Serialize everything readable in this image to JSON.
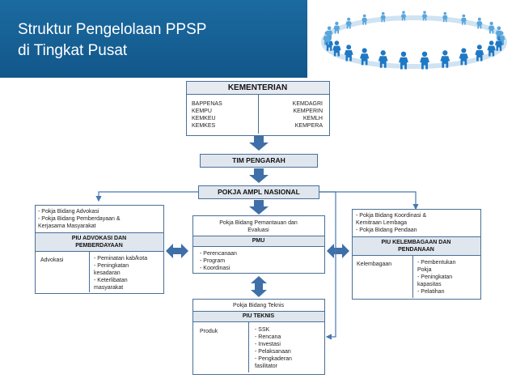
{
  "slide": {
    "title_line1": "Struktur Pengelolaan PPSP",
    "title_line2": "di Tingkat Pusat"
  },
  "kementerian": {
    "header": "KEMENTERIAN",
    "left": [
      "BAPPENAS",
      "KEMPU",
      "KEMKEU",
      "KEMKES"
    ],
    "right": [
      "KEMDAGRI",
      "KEMPERIN",
      "KEMLH",
      "KEMPERA"
    ]
  },
  "tim_pengarah": "TIM PENGARAH",
  "pokja_ampl": "POKJA AMPL NASIONAL",
  "left_group": {
    "pokja_lines": [
      "- Pokja Bidang Advokasi",
      "- Pokja Bidang Pemberdayaan &",
      "  Kerjasama Masyarakat"
    ],
    "piu_lines": [
      "PIU ADVOKASI DAN",
      "PEMBERDAYAAN"
    ],
    "label": "Advokasi",
    "items": [
      "- Peminatan kab/kota",
      "- Peningkatan",
      "  kesadaran",
      "- Keterlibatan",
      "  masyarakat"
    ]
  },
  "center_group": {
    "pokja_lines": [
      "Pokja Bidang Pemantauan dan",
      "Evaluasi"
    ],
    "piu": "PMU",
    "items": [
      "- Perencanaan",
      "- Program",
      "- Koordinasi"
    ]
  },
  "right_group": {
    "pokja_lines": [
      "- Pokja Bidang Koordinasi &",
      "  Kemitraan Lembaga",
      "- Pokja Bidang Pendaan"
    ],
    "piu_lines": [
      "PIU KELEMBAGAAN DAN",
      "PENDANAAN"
    ],
    "label": "Kelembagaan",
    "items": [
      "- Pembentukan",
      "  Pokja",
      "- Peningkatan",
      "  kapasitas",
      "- Pelatihan"
    ]
  },
  "bottom_group": {
    "pokja": "Pokja Bidang Teknis",
    "piu": "PIU TEKNIS",
    "label": "Produk",
    "items": [
      "- SSK",
      "- Rencana",
      "- Investasi",
      "- Pelaksanaan",
      "- Pengkaderan",
      "  fasilitator"
    ]
  },
  "colors": {
    "title_band": "#1b6aa0",
    "box_border": "#4a6f96",
    "header_fill": "#dfe6ee",
    "arrow": "#4a78b0"
  },
  "decor_icon": "people-circle-icon"
}
